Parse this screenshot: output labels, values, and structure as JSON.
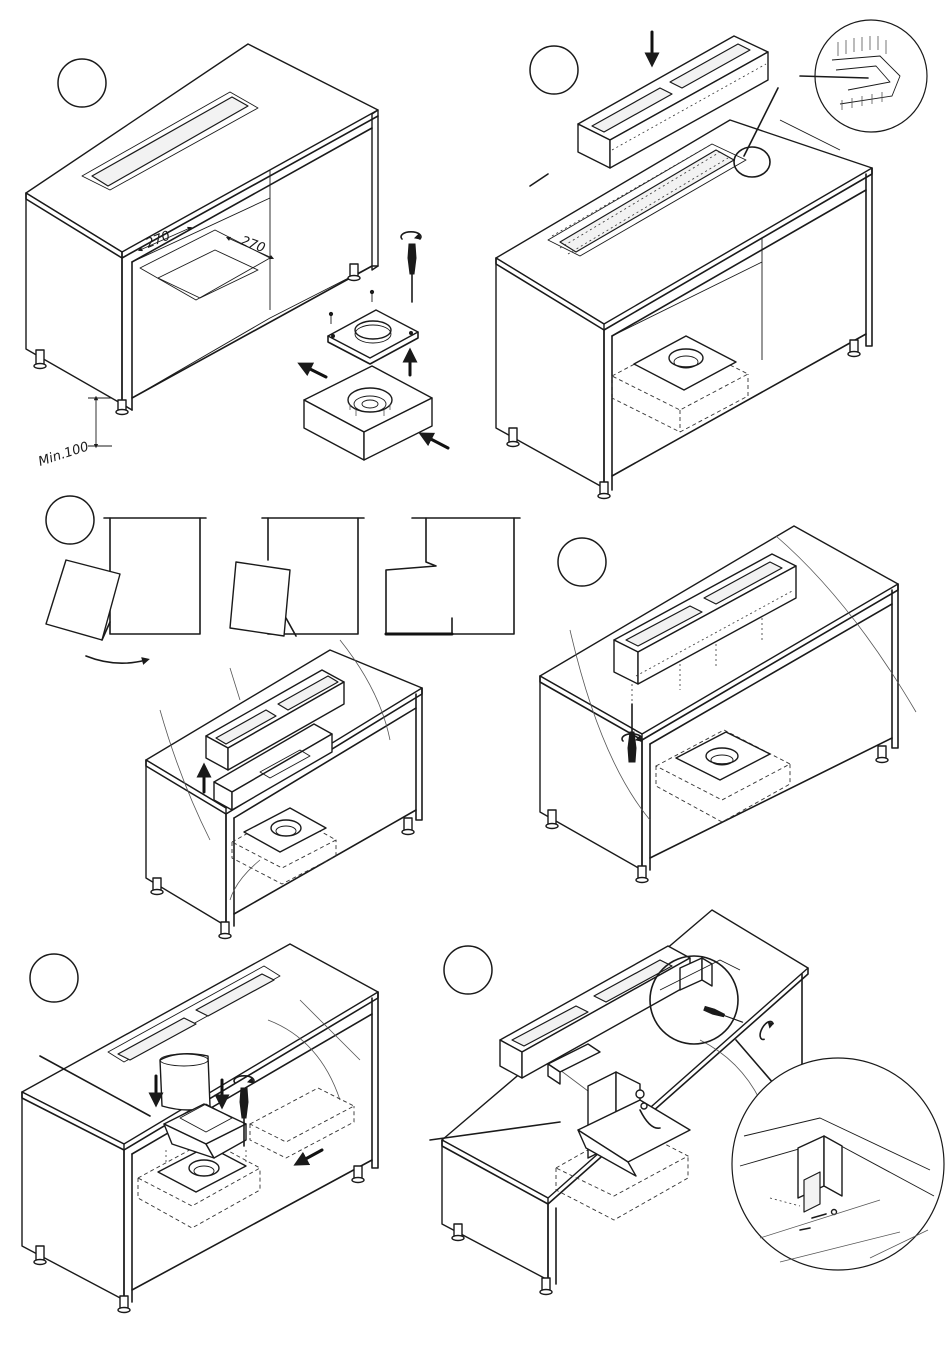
{
  "dimensions": {
    "cutout_width": "270",
    "cutout_depth": "270",
    "min_height": "Min.100"
  },
  "step_labels": [
    "",
    "",
    "",
    "",
    "",
    ""
  ],
  "colors": {
    "line": "#1a1a1a",
    "background": "#ffffff"
  },
  "icons": [
    "screwdriver-icon",
    "rotation-arrow-icon",
    "direction-arrow-icon"
  ]
}
